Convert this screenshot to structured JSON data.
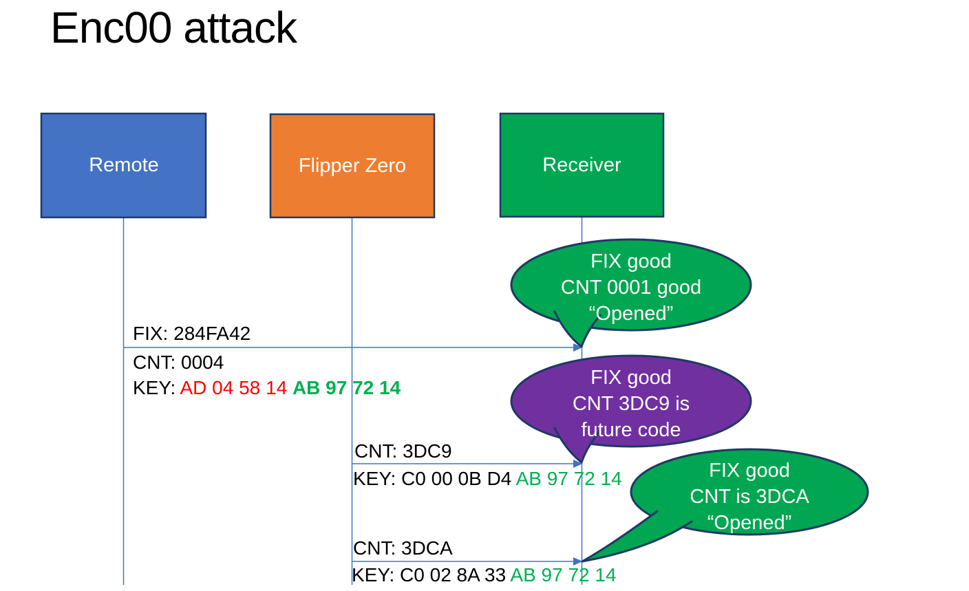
{
  "title": "Enc00 attack",
  "actors": [
    {
      "label": "Remote",
      "color": "#4472C4"
    },
    {
      "label": "Flipper Zero",
      "color": "#ED7D31"
    },
    {
      "label": "Receiver",
      "color": "#00A651"
    }
  ],
  "colors": {
    "line_blue": "#4472C4",
    "shape_border": "#1F3864",
    "key_red": "#FF0000",
    "key_green": "#00B050",
    "callout_green": "#00A651",
    "callout_purple": "#7030A0"
  },
  "messages": [
    {
      "from": "Remote",
      "to": "Receiver",
      "label_above": "FIX: 284FA42",
      "label_below": "CNT: 0004",
      "key": {
        "prefix": "KEY: ",
        "black": "",
        "red": "AD 04 58 14 ",
        "green": "AB 97 72 14"
      }
    },
    {
      "from": "Flipper Zero",
      "to": "Receiver",
      "label_above": "CNT: 3DC9",
      "key": {
        "prefix": "KEY: ",
        "black": "C0 00 0B D4 ",
        "red": "",
        "green": "AB 97 72 14"
      }
    },
    {
      "from": "Flipper Zero",
      "to": "Receiver",
      "label_above": "CNT: 3DCA",
      "key": {
        "prefix": "KEY: ",
        "black": "C0 02 8A 33 ",
        "red": "",
        "green": "AB 97 72 14"
      }
    }
  ],
  "callouts": [
    {
      "fill": "#00A651",
      "lines": [
        "FIX good",
        "CNT 0001 good",
        "“Opened”"
      ]
    },
    {
      "fill": "#7030A0",
      "lines": [
        "FIX good",
        "CNT 3DC9 is",
        "future code"
      ]
    },
    {
      "fill": "#00A651",
      "lines": [
        "FIX good",
        "CNT is 3DCA",
        "“Opened”"
      ]
    }
  ]
}
